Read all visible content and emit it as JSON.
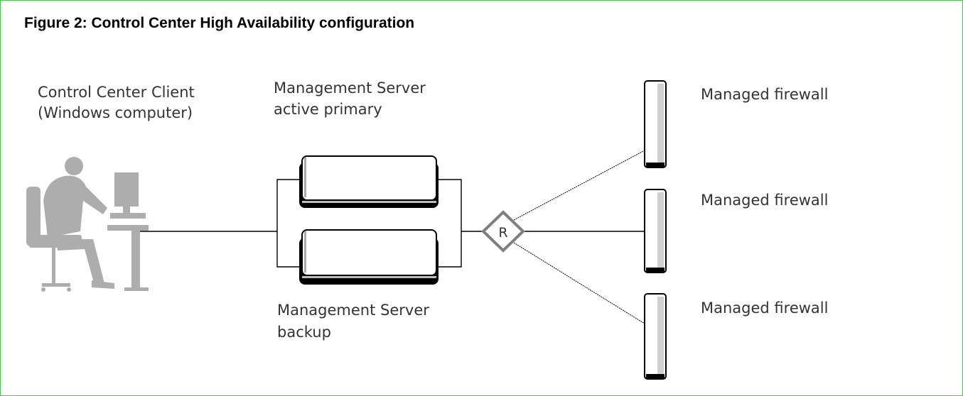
{
  "figure": {
    "title": "Figure 2: Control Center High Availability configuration",
    "border_color": "#5cb85c"
  },
  "client": {
    "label_line1": "Control Center Client",
    "label_line2": "(Windows computer)",
    "icon": "user-at-computer-icon"
  },
  "primary_server": {
    "label_line1": "Management Server",
    "label_line2": "active primary",
    "icon": "server-icon"
  },
  "backup_server": {
    "label_line1": "Management Server",
    "label_line2": "backup",
    "icon": "server-icon"
  },
  "router": {
    "label": "R",
    "icon": "router-diamond-icon"
  },
  "firewalls": [
    {
      "label": "Managed firewall",
      "icon": "firewall-icon"
    },
    {
      "label": "Managed firewall",
      "icon": "firewall-icon"
    },
    {
      "label": "Managed firewall",
      "icon": "firewall-icon"
    }
  ]
}
